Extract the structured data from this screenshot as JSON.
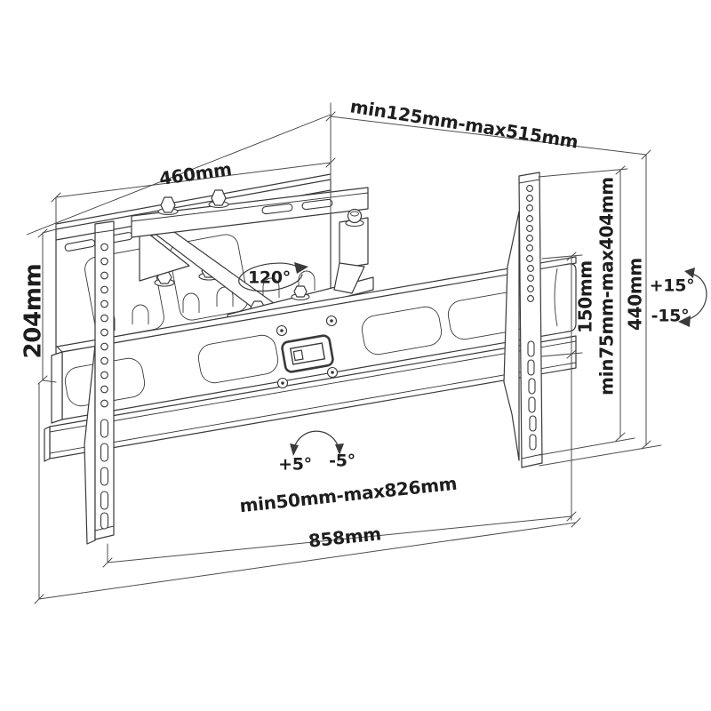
{
  "diagram": {
    "type": "technical-dimension-drawing",
    "subject": "Full-motion articulating TV wall mount bracket",
    "colors": {
      "background": "#ffffff",
      "line": "#3a3a3a",
      "dimension_line": "#4d4d4d",
      "text": "#1e1e1e"
    },
    "dimensions": {
      "wall_plate_width": "460mm",
      "extension_depth": "min125mm-max515mm",
      "wall_plate_height": "204mm",
      "swivel_angle": "120°",
      "rail_spacing": "150mm",
      "vesa_height_range": "min75mm-max404mm",
      "bracket_height": "440mm",
      "tilt_up": "+15°",
      "tilt_down": "-15°",
      "level_plus": "+5°",
      "level_minus": "-5°",
      "crossbar_span": "min50mm-max826mm",
      "total_width": "858mm"
    }
  }
}
